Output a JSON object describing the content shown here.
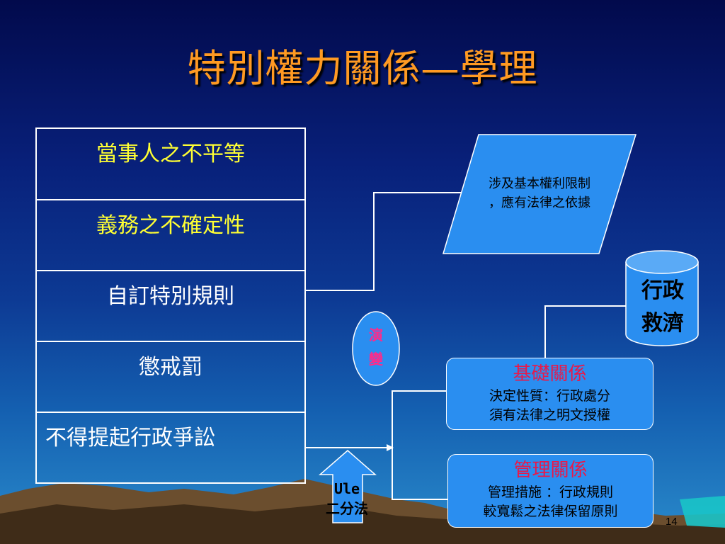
{
  "slide": {
    "title": "特別權力關係—學理",
    "page_number": "14"
  },
  "table": {
    "rows": [
      {
        "text": "當事人之不平等",
        "color": "#ffff33"
      },
      {
        "text": "義務之不確定性",
        "color": "#ffff33"
      },
      {
        "text": "自訂特別規則",
        "color": "#ffffff"
      },
      {
        "text": "懲戒罰",
        "color": "#ffffff"
      },
      {
        "text": "不得提起行政爭訟",
        "color": "#ffffff"
      }
    ]
  },
  "parallelogram": {
    "line1": "涉及基本權利限制",
    "line2": "，應有法律之依據"
  },
  "cylinder": {
    "line1": "行政",
    "line2": "救濟"
  },
  "ellipse": {
    "line1": "演",
    "line2": "變"
  },
  "box_basic": {
    "title": "基礎關係",
    "line1": "決定性質：行政處分",
    "line2": "須有法律之明文授權"
  },
  "box_manage": {
    "title": "管理關係",
    "line1": "管理措施 ：行政規則",
    "line2": "較寬鬆之法律保留原則"
  },
  "arrow_label": {
    "line1": "Ule",
    "line2": "二分法"
  },
  "colors": {
    "title": "#ff9a22",
    "shape_fill": "#2a8ef0",
    "title_red": "#e8194a",
    "ellipse_text": "#ff2a8a"
  }
}
